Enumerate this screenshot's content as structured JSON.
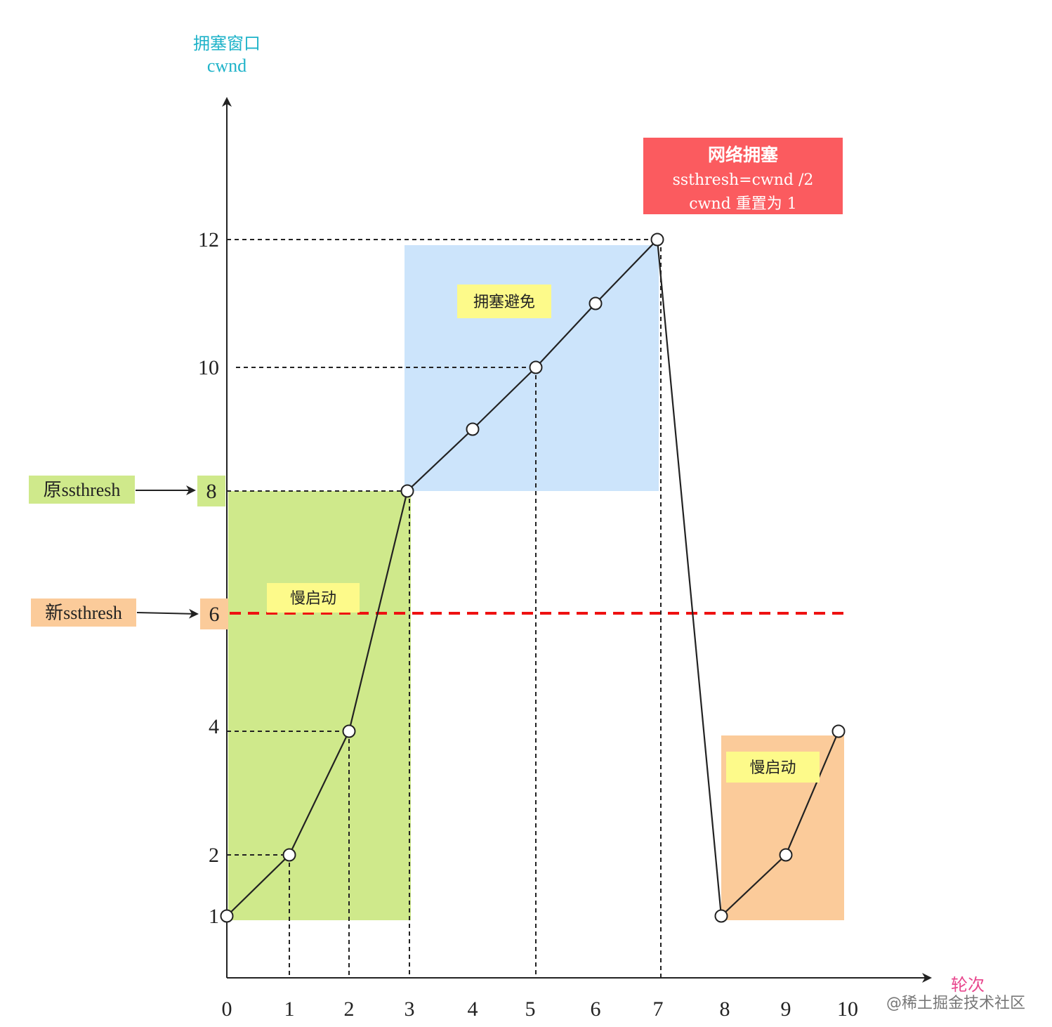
{
  "chart_data": {
    "type": "line",
    "ylabel_lines": [
      "拥塞窗口",
      "cwnd"
    ],
    "xlabel": "轮次",
    "x_ticks": [
      "0",
      "1",
      "2",
      "3",
      "4",
      "5",
      "6",
      "7",
      "8",
      "9",
      "10"
    ],
    "y_ticks": [
      "1",
      "2",
      "4",
      "6",
      "8",
      "10",
      "12"
    ],
    "series": [
      {
        "x": [
          0,
          1,
          2,
          3,
          4,
          5,
          6,
          7,
          8,
          9,
          10
        ],
        "values": [
          1,
          2,
          4,
          8,
          9,
          10,
          11,
          12,
          1,
          2,
          4
        ]
      }
    ],
    "regions": [
      {
        "label": "慢启动",
        "x_from": 0,
        "x_to": 3,
        "y_from": 1,
        "y_to": 8,
        "color": "#cfe98b"
      },
      {
        "label": "拥塞避免",
        "x_from": 3,
        "x_to": 7,
        "y_from": 8,
        "y_to": 12,
        "color": "#cce4fb"
      },
      {
        "label": "慢启动",
        "x_from": 8,
        "x_to": 10,
        "y_from": 1,
        "y_to": 4,
        "color": "#fbcb9a"
      }
    ],
    "thresholds": [
      {
        "label": "原ssthresh",
        "value": "8",
        "y": 8,
        "color": "#cfe98b"
      },
      {
        "label": "新ssthresh",
        "value": "6",
        "y": 6,
        "color": "#fbcb9a",
        "line_color": "#ee1111"
      }
    ],
    "annotation": {
      "lines": [
        "网络拥塞",
        "ssthresh=cwnd /2",
        "cwnd 重置为 1"
      ],
      "color": "#fb5b5f",
      "at_x": 7
    },
    "grid": false
  },
  "watermark": "@稀土掘金技术社区",
  "colors": {
    "axis": "#222222",
    "line": "#222222",
    "label_highlight": "#fdfa8a"
  }
}
